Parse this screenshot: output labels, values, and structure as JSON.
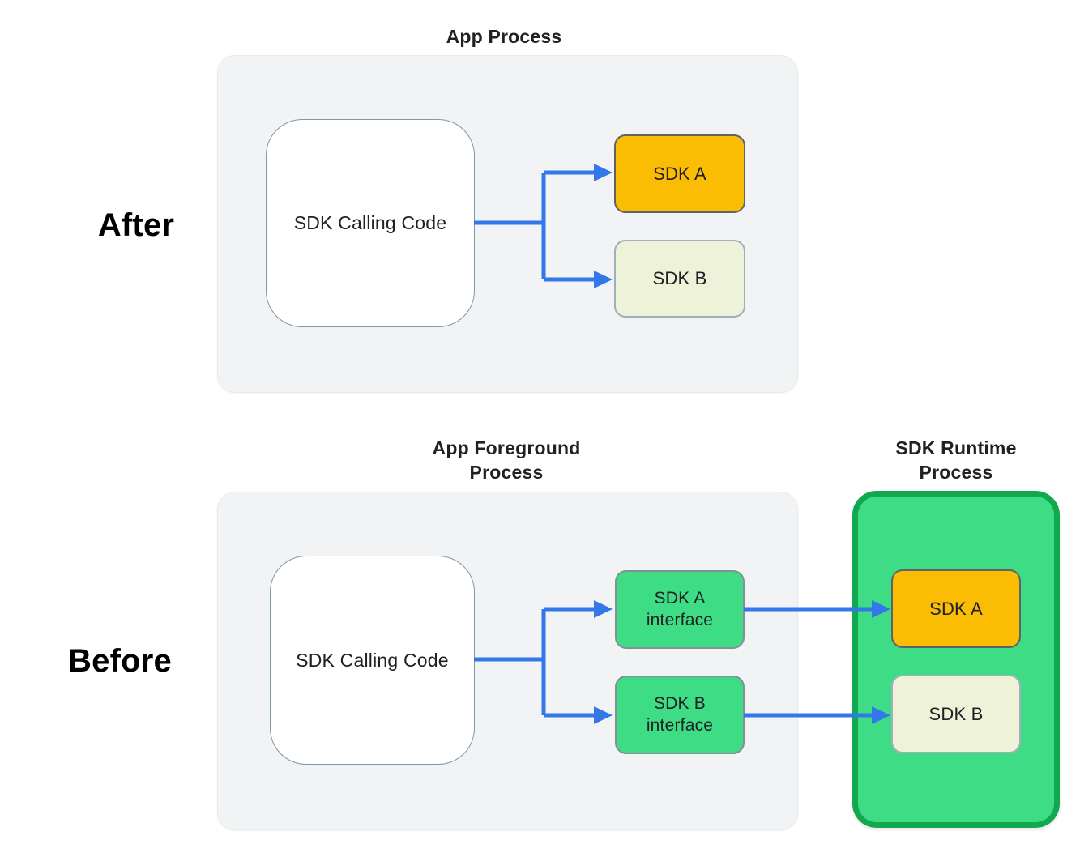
{
  "colors": {
    "arrow_blue": "#3377E8",
    "container_gray": "#F1F3F4",
    "sdk_a_orange": "#FBBC04",
    "sdk_b_pale": "#EEF2D8",
    "interface_green": "#3EDC85",
    "runtime_fill": "#3EDC85",
    "runtime_border": "#12A850",
    "calling_code_border": "#7F98A5",
    "text_dark": "#202124"
  },
  "after_section": {
    "label": "After",
    "process_title": "App Process",
    "calling_code_label": "SDK Calling Code",
    "sdk_a_label": "SDK A",
    "sdk_b_label": "SDK B"
  },
  "before_section": {
    "label": "Before",
    "foreground_process_title": "App Foreground\nProcess",
    "runtime_process_title": "SDK Runtime\nProcess",
    "calling_code_label": "SDK Calling Code",
    "sdk_a_interface_label": "SDK A\ninterface",
    "sdk_b_interface_label": "SDK B\ninterface",
    "sdk_a_label": "SDK A",
    "sdk_b_label": "SDK B"
  }
}
